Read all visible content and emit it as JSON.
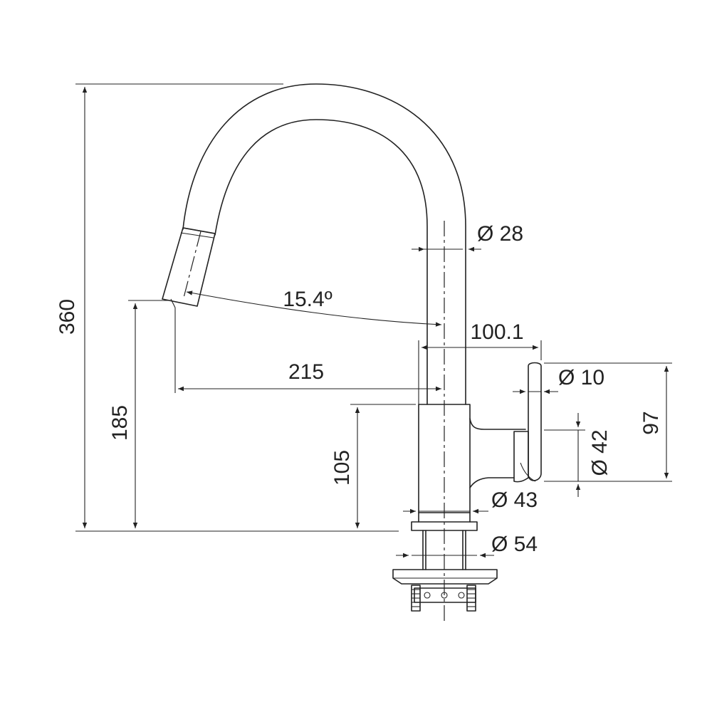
{
  "dimensions": {
    "overall_height": "360",
    "spout_height": "185",
    "body_height": "105",
    "spout_reach": "215",
    "spout_angle": "15.4º",
    "lever_offset": "100.1",
    "spout_diameter": "Ø 28",
    "lever_diameter": "Ø 10",
    "body_diameter": "Ø 42",
    "base_diameter": "Ø 43",
    "mount_diameter": "Ø 54",
    "lever_height": "97"
  },
  "colors": {
    "line": "#222222",
    "background": "#ffffff"
  }
}
